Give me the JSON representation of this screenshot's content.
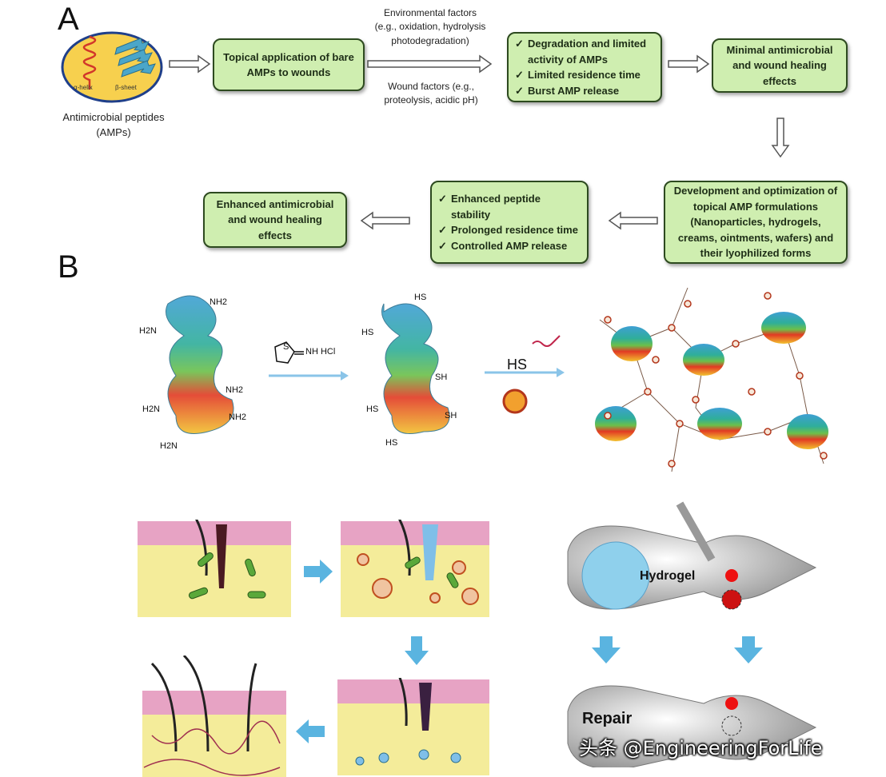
{
  "panels": {
    "a": "A",
    "b": "B"
  },
  "amp": {
    "helix": "α-helix",
    "sheet": "β-sheet",
    "name_line1": "Antimicrobial peptides",
    "name_line2": "(AMPs)"
  },
  "flow": {
    "box_topical": "Topical application of bare AMPs to wounds",
    "env_factors": [
      "Environmental factors",
      "(e.g., oxidation, hydrolysis",
      "photodegradation)"
    ],
    "wound_factors": [
      "Wound factors (e.g.,",
      "proteolysis, acidic pH)"
    ],
    "problems": [
      "Degradation and limited activity of AMPs",
      "Limited residence time",
      "Burst AMP release"
    ],
    "box_minimal": "Minimal antimicrobial and wound healing effects",
    "box_development": "Development and optimization of topical AMP formulations (Nanoparticles, hydrogels, creams, ointments, wafers) and their lyophilized forms",
    "benefits": [
      "Enhanced peptide stability",
      "Prolonged residence time",
      "Controlled AMP release"
    ],
    "box_enhanced": "Enhanced antimicrobial and wound healing effects"
  },
  "chemistry": {
    "amine": "NH2",
    "amine_left": "H2N",
    "reagent": "NH HCl",
    "reagent_atom": "S",
    "thiol": "SH",
    "thiol_left": "HS",
    "hs_reagent": "HS"
  },
  "mouse": {
    "hydrogel": "Hydrogel",
    "repair": "Repair"
  },
  "watermark": "头条 @EngineeringForLife",
  "colors": {
    "box_fill": "#cfeeb0",
    "box_border": "#2d4a1f",
    "arrow_blue": "#5ab4e0",
    "skin_pink": "#e7a3c4",
    "dermis": "#f4ec9a"
  }
}
